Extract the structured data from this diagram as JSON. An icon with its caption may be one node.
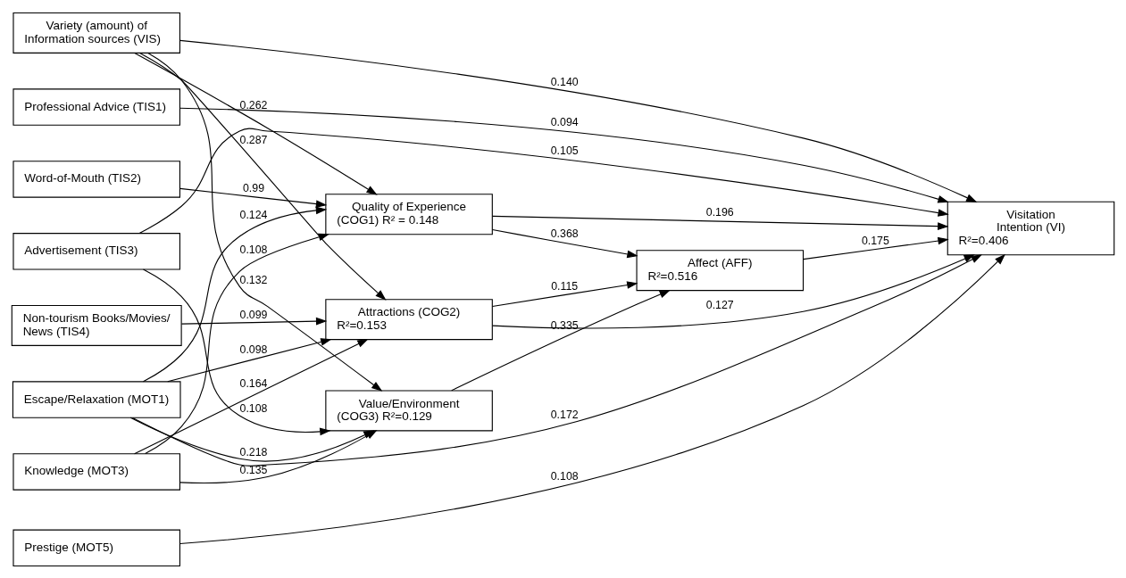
{
  "diagram": {
    "nodes": [
      {
        "text": [
          "Variety (amount) of Information sources (VIS)"
        ]
      },
      {
        "text": [
          "Professional Advice (TIS1)"
        ]
      },
      {
        "text": [
          "Word-of-Mouth (TIS2)"
        ]
      },
      {
        "text": [
          "Advertisement (TIS3)"
        ]
      },
      {
        "text": [
          "Non-tourism Books/Movies/ News (TIS4)"
        ]
      },
      {
        "text": [
          "Escape/Relaxation (MOT1)"
        ]
      },
      {
        "text": [
          "Knowledge (MOT3)"
        ]
      },
      {
        "text": [
          "Prestige (MOT5)"
        ]
      },
      {
        "text": [
          "Quality of Experience (COG1) R² = 0.148"
        ]
      },
      {
        "text": [
          "Attractions (COG2) R²=0.153"
        ]
      },
      {
        "text": [
          "Value/Environment (COG3) R²=0.129"
        ]
      },
      {
        "text": [
          "Visitation Intention (VI) R²=0.406"
        ]
      },
      {
        "text": [
          "Affect (AFF) R²=0.516"
        ]
      }
    ],
    "edges": [
      {
        "from": 0,
        "to": 11,
        "arrow": "to",
        "label": "0.140"
      },
      {
        "from": 0,
        "to": 8,
        "arrow": "to",
        "label": "0.262"
      },
      {
        "from": 0,
        "to": 9,
        "arrow": "to",
        "label": "0.287"
      },
      {
        "from": 0,
        "to": 10,
        "arrow": "to",
        "label": "0.132"
      },
      {
        "from": 1,
        "to": 11,
        "arrow": "to",
        "label": "0.094"
      },
      {
        "from": 2,
        "to": 8,
        "arrow": "to",
        "label": "0.99"
      },
      {
        "from": 3,
        "to": 11,
        "arrow": "to",
        "label": "0.105"
      },
      {
        "from": 3,
        "to": 10,
        "arrow": "to",
        "label": "0.108"
      },
      {
        "from": 4,
        "to": 9,
        "arrow": "to",
        "label": "0.099"
      },
      {
        "from": 5,
        "to": 8,
        "arrow": "to",
        "label": "0.124"
      },
      {
        "from": 5,
        "to": 9,
        "arrow": "to",
        "label": "0.098"
      },
      {
        "from": 5,
        "to": 10,
        "arrow": "to",
        "label": "0.218"
      },
      {
        "from": 5,
        "to": 11,
        "arrow": "to",
        "label": "0.172"
      },
      {
        "from": 6,
        "to": 8,
        "arrow": "to",
        "label": "0.108"
      },
      {
        "from": 6,
        "to": 9,
        "arrow": "to",
        "label": "0.164"
      },
      {
        "from": 6,
        "to": 10,
        "arrow": "to",
        "label": "0.135"
      },
      {
        "from": 7,
        "to": 11,
        "arrow": "to",
        "label": "0.108"
      },
      {
        "from": 8,
        "to": 11,
        "arrow": "to",
        "label": "0.196"
      },
      {
        "from": 8,
        "to": 12,
        "arrow": "to",
        "label": "0.368"
      },
      {
        "from": 9,
        "to": 11,
        "arrow": "to",
        "label": "0.127"
      },
      {
        "from": 9,
        "to": 12,
        "arrow": "to",
        "label": "0.115"
      },
      {
        "from": 10,
        "to": 12,
        "arrow": "to",
        "label": "0.335"
      },
      {
        "from": 12,
        "to": 11,
        "arrow": "to",
        "label": "0.175"
      }
    ]
  }
}
